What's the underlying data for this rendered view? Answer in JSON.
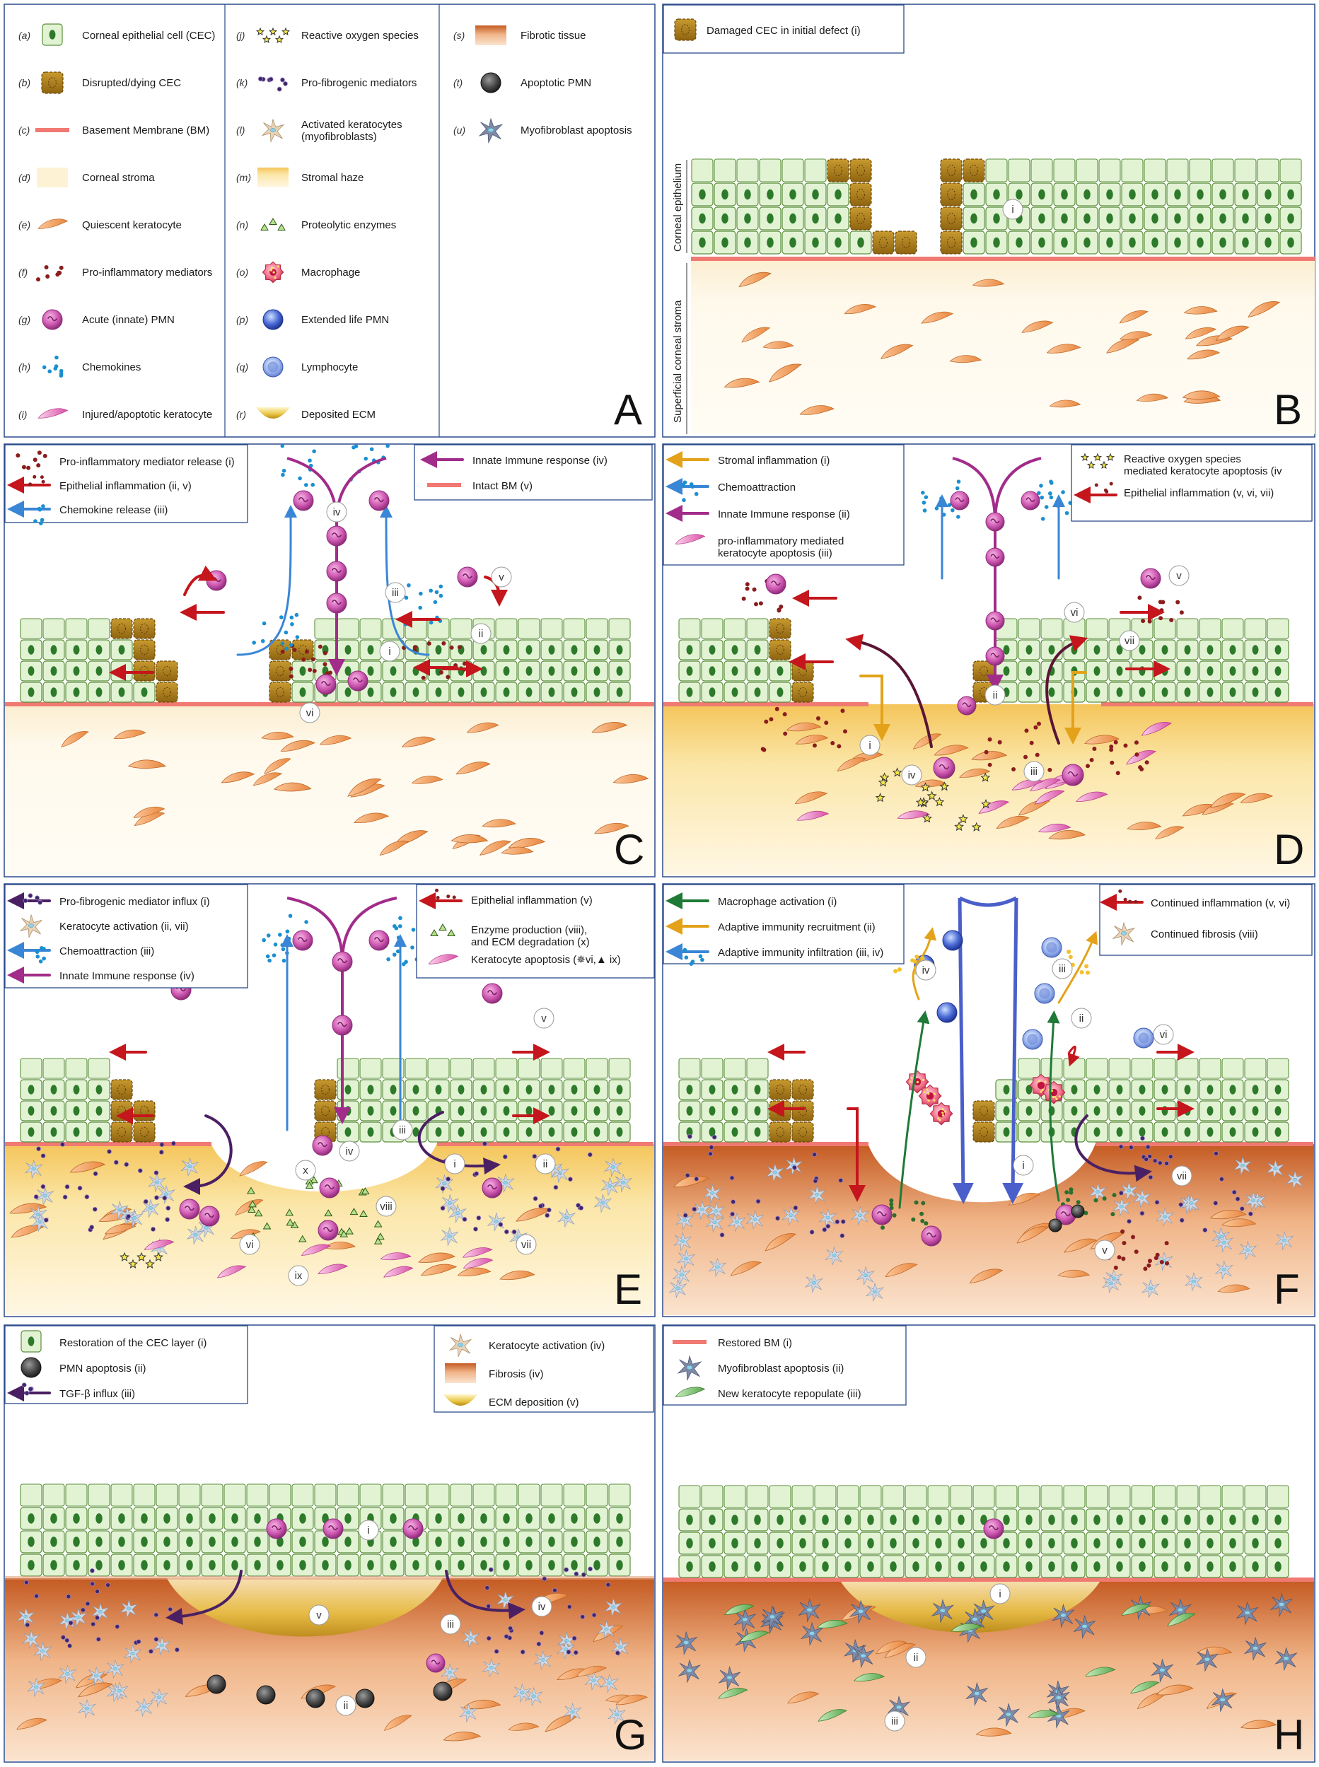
{
  "legend_A": [
    {
      "letter": "(a)",
      "label": "Corneal epithelial cell (CEC)",
      "icon": "cec"
    },
    {
      "letter": "(b)",
      "label": "Disrupted/dying CEC",
      "icon": "dying"
    },
    {
      "letter": "(c)",
      "label": "Basement Membrane (BM)",
      "icon": "bm"
    },
    {
      "letter": "(d)",
      "label": "Corneal stroma",
      "icon": "stroma"
    },
    {
      "letter": "(e)",
      "label": "Quiescent keratocyte",
      "icon": "kerato"
    },
    {
      "letter": "(f)",
      "label": "Pro-inflammatory mediators",
      "icon": "proinf"
    },
    {
      "letter": "(g)",
      "label": "Acute (innate) PMN",
      "icon": "pmn"
    },
    {
      "letter": "(h)",
      "label": "Chemokines",
      "icon": "chemo"
    },
    {
      "letter": "(i)",
      "label": "Injured/apoptotic keratocyte",
      "icon": "injured"
    },
    {
      "letter": "(j)",
      "label": "Reactive oxygen species",
      "icon": "ros"
    },
    {
      "letter": "(k)",
      "label": "Pro-fibrogenic mediators",
      "icon": "profib"
    },
    {
      "letter": "(l)",
      "label": "Activated keratocytes\n(myofibroblasts)",
      "icon": "myofib"
    },
    {
      "letter": "(m)",
      "label": "Stromal haze",
      "icon": "haze"
    },
    {
      "letter": "(n)",
      "label": "Proteolytic enzymes",
      "icon": "enzymes"
    },
    {
      "letter": "(o)",
      "label": "Macrophage",
      "icon": "macro"
    },
    {
      "letter": "(p)",
      "label": "Extended life PMN",
      "icon": "extpmn"
    },
    {
      "letter": "(q)",
      "label": "Lymphocyte",
      "icon": "lympho"
    },
    {
      "letter": "(r)",
      "label": "Deposited ECM",
      "icon": "ecm"
    },
    {
      "letter": "(s)",
      "label": "Fibrotic tissue",
      "icon": "fibrotic"
    },
    {
      "letter": "(t)",
      "label": "Apoptotic PMN",
      "icon": "apopmn"
    },
    {
      "letter": "(u)",
      "label": "Myofibroblast apoptosis",
      "icon": "myoapop"
    }
  ],
  "panels": {
    "A": {
      "label": "A"
    },
    "B": {
      "label": "B",
      "legend": [
        {
          "label": "Damaged CEC in initial defect (i)",
          "icon": "dying"
        }
      ],
      "side_labels": [
        "Corneal epithelium",
        "Superficial corneal stroma"
      ],
      "numerals": [
        "i"
      ]
    },
    "C": {
      "label": "C",
      "legend_left": [
        {
          "label": "Pro-inflammatory mediator release (i)",
          "icon": "proinf"
        },
        {
          "label": "Epithelial inflammation (ii, v)",
          "icon": "red-arrow"
        },
        {
          "label": "Chemokine release (iii)",
          "icon": "blue-arrow"
        }
      ],
      "legend_right": [
        {
          "label": "Innate Immune response (iv)",
          "icon": "purple-arrow"
        },
        {
          "label": "Intact BM (v)",
          "icon": "bm"
        }
      ],
      "numerals": [
        "i",
        "ii",
        "iii",
        "iv",
        "v",
        "vi"
      ]
    },
    "D": {
      "label": "D",
      "legend_left": [
        {
          "label": "Stromal inflammation (i)",
          "icon": "yellow-arrow"
        },
        {
          "label": "Chemoattraction",
          "icon": "blue-arrow"
        },
        {
          "label": "Innate Immune response (ii)",
          "icon": "purple-arrow"
        },
        {
          "label": "pro-inflammatory mediated\nkeratocyte apoptosis (iii)",
          "icon": "injured"
        }
      ],
      "legend_right": [
        {
          "label": "Reactive oxygen species\nmediated keratocyte apoptosis (iv",
          "icon": "ros"
        },
        {
          "label": "Epithelial inflammation (v, vi, vii)",
          "icon": "red-arrow"
        }
      ],
      "numerals": [
        "i",
        "ii",
        "iii",
        "iv",
        "v",
        "vi",
        "vii"
      ]
    },
    "E": {
      "label": "E",
      "legend_left": [
        {
          "label": "Pro-fibrogenic mediator influx (i)",
          "icon": "profib-arrow"
        },
        {
          "label": "Keratocyte activation (ii, vii)",
          "icon": "myofib"
        },
        {
          "label": "Chemoattraction (iii)",
          "icon": "blue-arrow"
        },
        {
          "label": "Innate Immune response (iv)",
          "icon": "purple-arrow"
        }
      ],
      "legend_right": [
        {
          "label": "Epithelial inflammation (v)",
          "icon": "red-arrow"
        },
        {
          "label": "Enzyme production (viii),\nand ECM degradation (x)",
          "icon": "enzymes"
        },
        {
          "label": "Keratocyte apoptosis (✵vi,▲ ix)",
          "icon": "injured"
        }
      ],
      "numerals": [
        "i",
        "ii",
        "iii",
        "iv",
        "v",
        "vi",
        "vii",
        "viii",
        "ix",
        "x"
      ]
    },
    "F": {
      "label": "F",
      "legend_left": [
        {
          "label": "Macrophage activation (i)",
          "icon": "green-arrow"
        },
        {
          "label": "Adaptive immunity recruitment (ii)",
          "icon": "yellow-arrow"
        },
        {
          "label": "Adaptive immunity infiltration (iii, iv)",
          "icon": "blue-arrow"
        }
      ],
      "legend_right": [
        {
          "label": "Continued inflammation (v, vi)",
          "icon": "red-arrow"
        },
        {
          "label": "Continued fibrosis (viii)",
          "icon": "myofib"
        }
      ],
      "numerals": [
        "i",
        "ii",
        "iii",
        "iv",
        "v",
        "vi",
        "vii"
      ]
    },
    "G": {
      "label": "G",
      "legend_left": [
        {
          "label": "Restoration of the CEC layer (i)",
          "icon": "cec"
        },
        {
          "label": "PMN apoptosis (ii)",
          "icon": "apopmn"
        },
        {
          "label": "TGF-β influx (iii)",
          "icon": "profib-arrow"
        }
      ],
      "legend_right": [
        {
          "label": "Keratocyte activation (iv)",
          "icon": "myofib"
        },
        {
          "label": "Fibrosis (iv)",
          "icon": "fibrotic"
        },
        {
          "label": "ECM deposition (v)",
          "icon": "ecm"
        }
      ],
      "numerals": [
        "i",
        "ii",
        "iii",
        "iv",
        "v"
      ]
    },
    "H": {
      "label": "H",
      "legend_left": [
        {
          "label": "Restored BM (i)",
          "icon": "bm"
        },
        {
          "label": "Myofibroblast apoptosis (ii)",
          "icon": "myoapop"
        },
        {
          "label": "New keratocyte repopulate (iii)",
          "icon": "newkerato"
        }
      ],
      "numerals": [
        "i",
        "ii",
        "iii"
      ]
    }
  },
  "colors": {
    "cec_fill": "#e2f3d4",
    "cec_stroke": "#5d8f3e",
    "nucleus": "#2d7a2a",
    "dying": "#a9791b",
    "bm": "#f07a72",
    "stroma": "#fdf7e6",
    "keratocyte": "#f29a55",
    "pmn": "#c94fa8",
    "chemokine": "#1a8fd1",
    "proinf": "#8a1d1d",
    "innate": "#a12c8a",
    "fibrosis": "#c4632a",
    "haze": "#f2c54a",
    "macro": "#e0304f",
    "adaptive": "#4a5fc9"
  }
}
